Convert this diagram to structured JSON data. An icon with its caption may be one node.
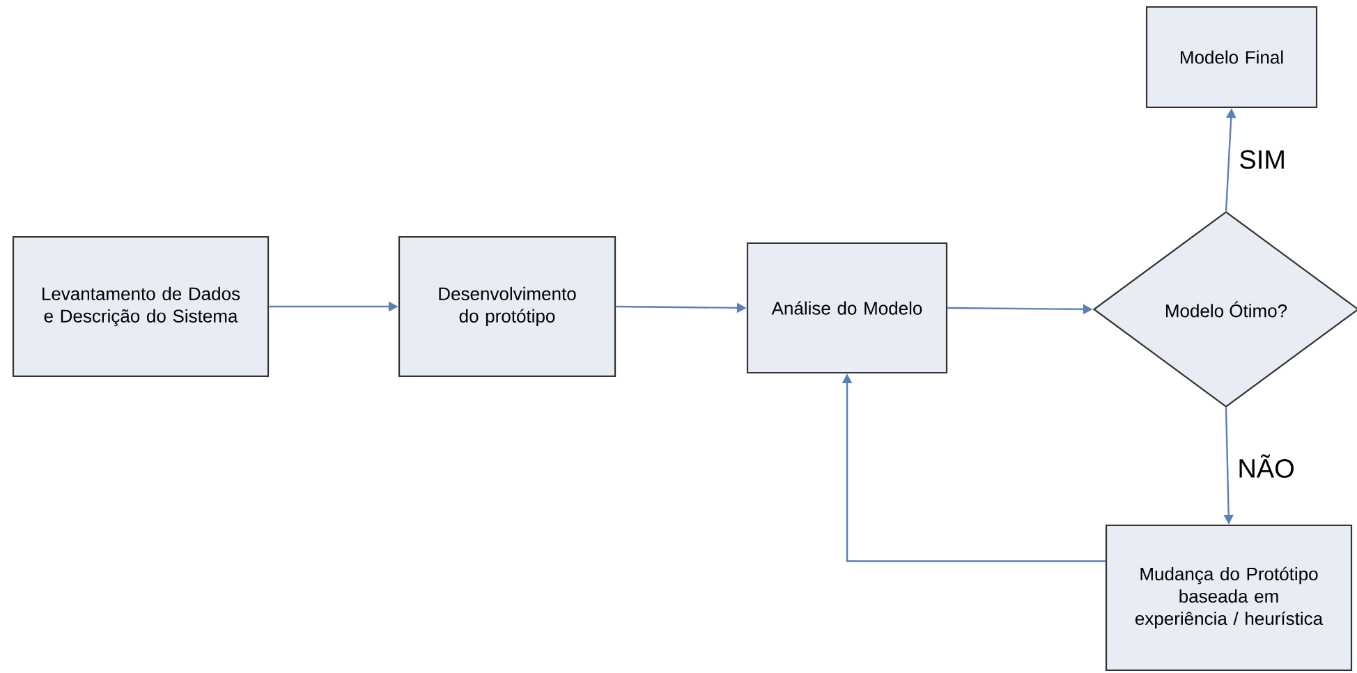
{
  "diagram": {
    "nodes": [
      {
        "text": [
          "Levantamento de Dados e Descrição do Sistema"
        ]
      },
      {
        "text": [
          "Desenvolvimento do protótipo"
        ]
      },
      {
        "text": [
          "Análise do Modelo"
        ]
      },
      {
        "text": [
          "Modelo Ótimo?"
        ]
      },
      {
        "text": [
          "Modelo Final"
        ]
      },
      {
        "text": [
          "Mudança do Protótipo baseada em experiência / heurística"
        ]
      }
    ],
    "edges": [
      {
        "from": 0,
        "to": 1,
        "arrow": "to"
      },
      {
        "from": 1,
        "to": 2,
        "arrow": "to"
      },
      {
        "from": 2,
        "to": 3,
        "arrow": "to"
      },
      {
        "from": 3,
        "to": 4,
        "arrow": "to",
        "label": "SIM"
      },
      {
        "from": 3,
        "to": 5,
        "arrow": "to",
        "label": "NÃO"
      },
      {
        "from": 5,
        "to": 2,
        "arrow": "to"
      }
    ]
  }
}
